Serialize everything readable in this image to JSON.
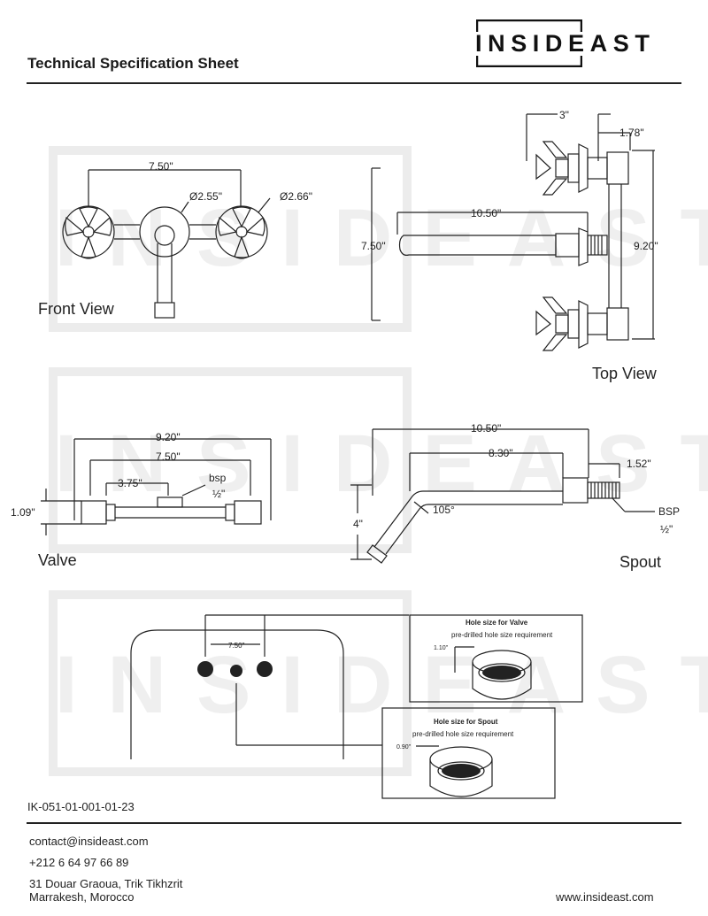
{
  "header": {
    "title": "Technical Specification Sheet",
    "logo_text": "INSIDEAST"
  },
  "watermark_text": "INSIDEAST",
  "views": {
    "front": {
      "label": "Front View",
      "dims": {
        "width": "7.50\"",
        "dia_spout": "Ø2.55\"",
        "dia_handle": "Ø2.66\""
      }
    },
    "top": {
      "label": "Top View",
      "dims": {
        "d3": "3\"",
        "d178": "1.78\"",
        "d1050": "10.50\"",
        "d750": "7.50\"",
        "d920": "9.20\""
      }
    },
    "valve": {
      "label": "Valve",
      "dims": {
        "d920": "9.20\"",
        "d750": "7.50\"",
        "d375": "3.75\"",
        "d109": "1.09\"",
        "bsp": "bsp",
        "bsp_size": "½\""
      }
    },
    "spout": {
      "label": "Spout",
      "dims": {
        "d1050": "10.50\"",
        "d830": "8.30\"",
        "d152": "1.52\"",
        "d4": "4\"",
        "angle": "105°",
        "bsp": "BSP",
        "bsp_size": "½\""
      }
    }
  },
  "install": {
    "spacing": "7.50\"",
    "valve_box": {
      "title": "Hole size for Valve",
      "subtitle": "pre-drilled hole size requirement",
      "dim": "1.10\""
    },
    "spout_box": {
      "title": "Hole size for Spout",
      "subtitle": "pre-drilled hole size requirement",
      "dim": "0.90\""
    }
  },
  "doc_code": "IK-051-01-001-01-23",
  "footer": {
    "email": "contact@insideast.com",
    "phone": "+212 6 64 97 66 89",
    "address_line1": "31 Douar Graoua, Trik Tikhzrit",
    "address_line2": "Marrakesh, Morocco",
    "website": "www.insideast.com"
  }
}
